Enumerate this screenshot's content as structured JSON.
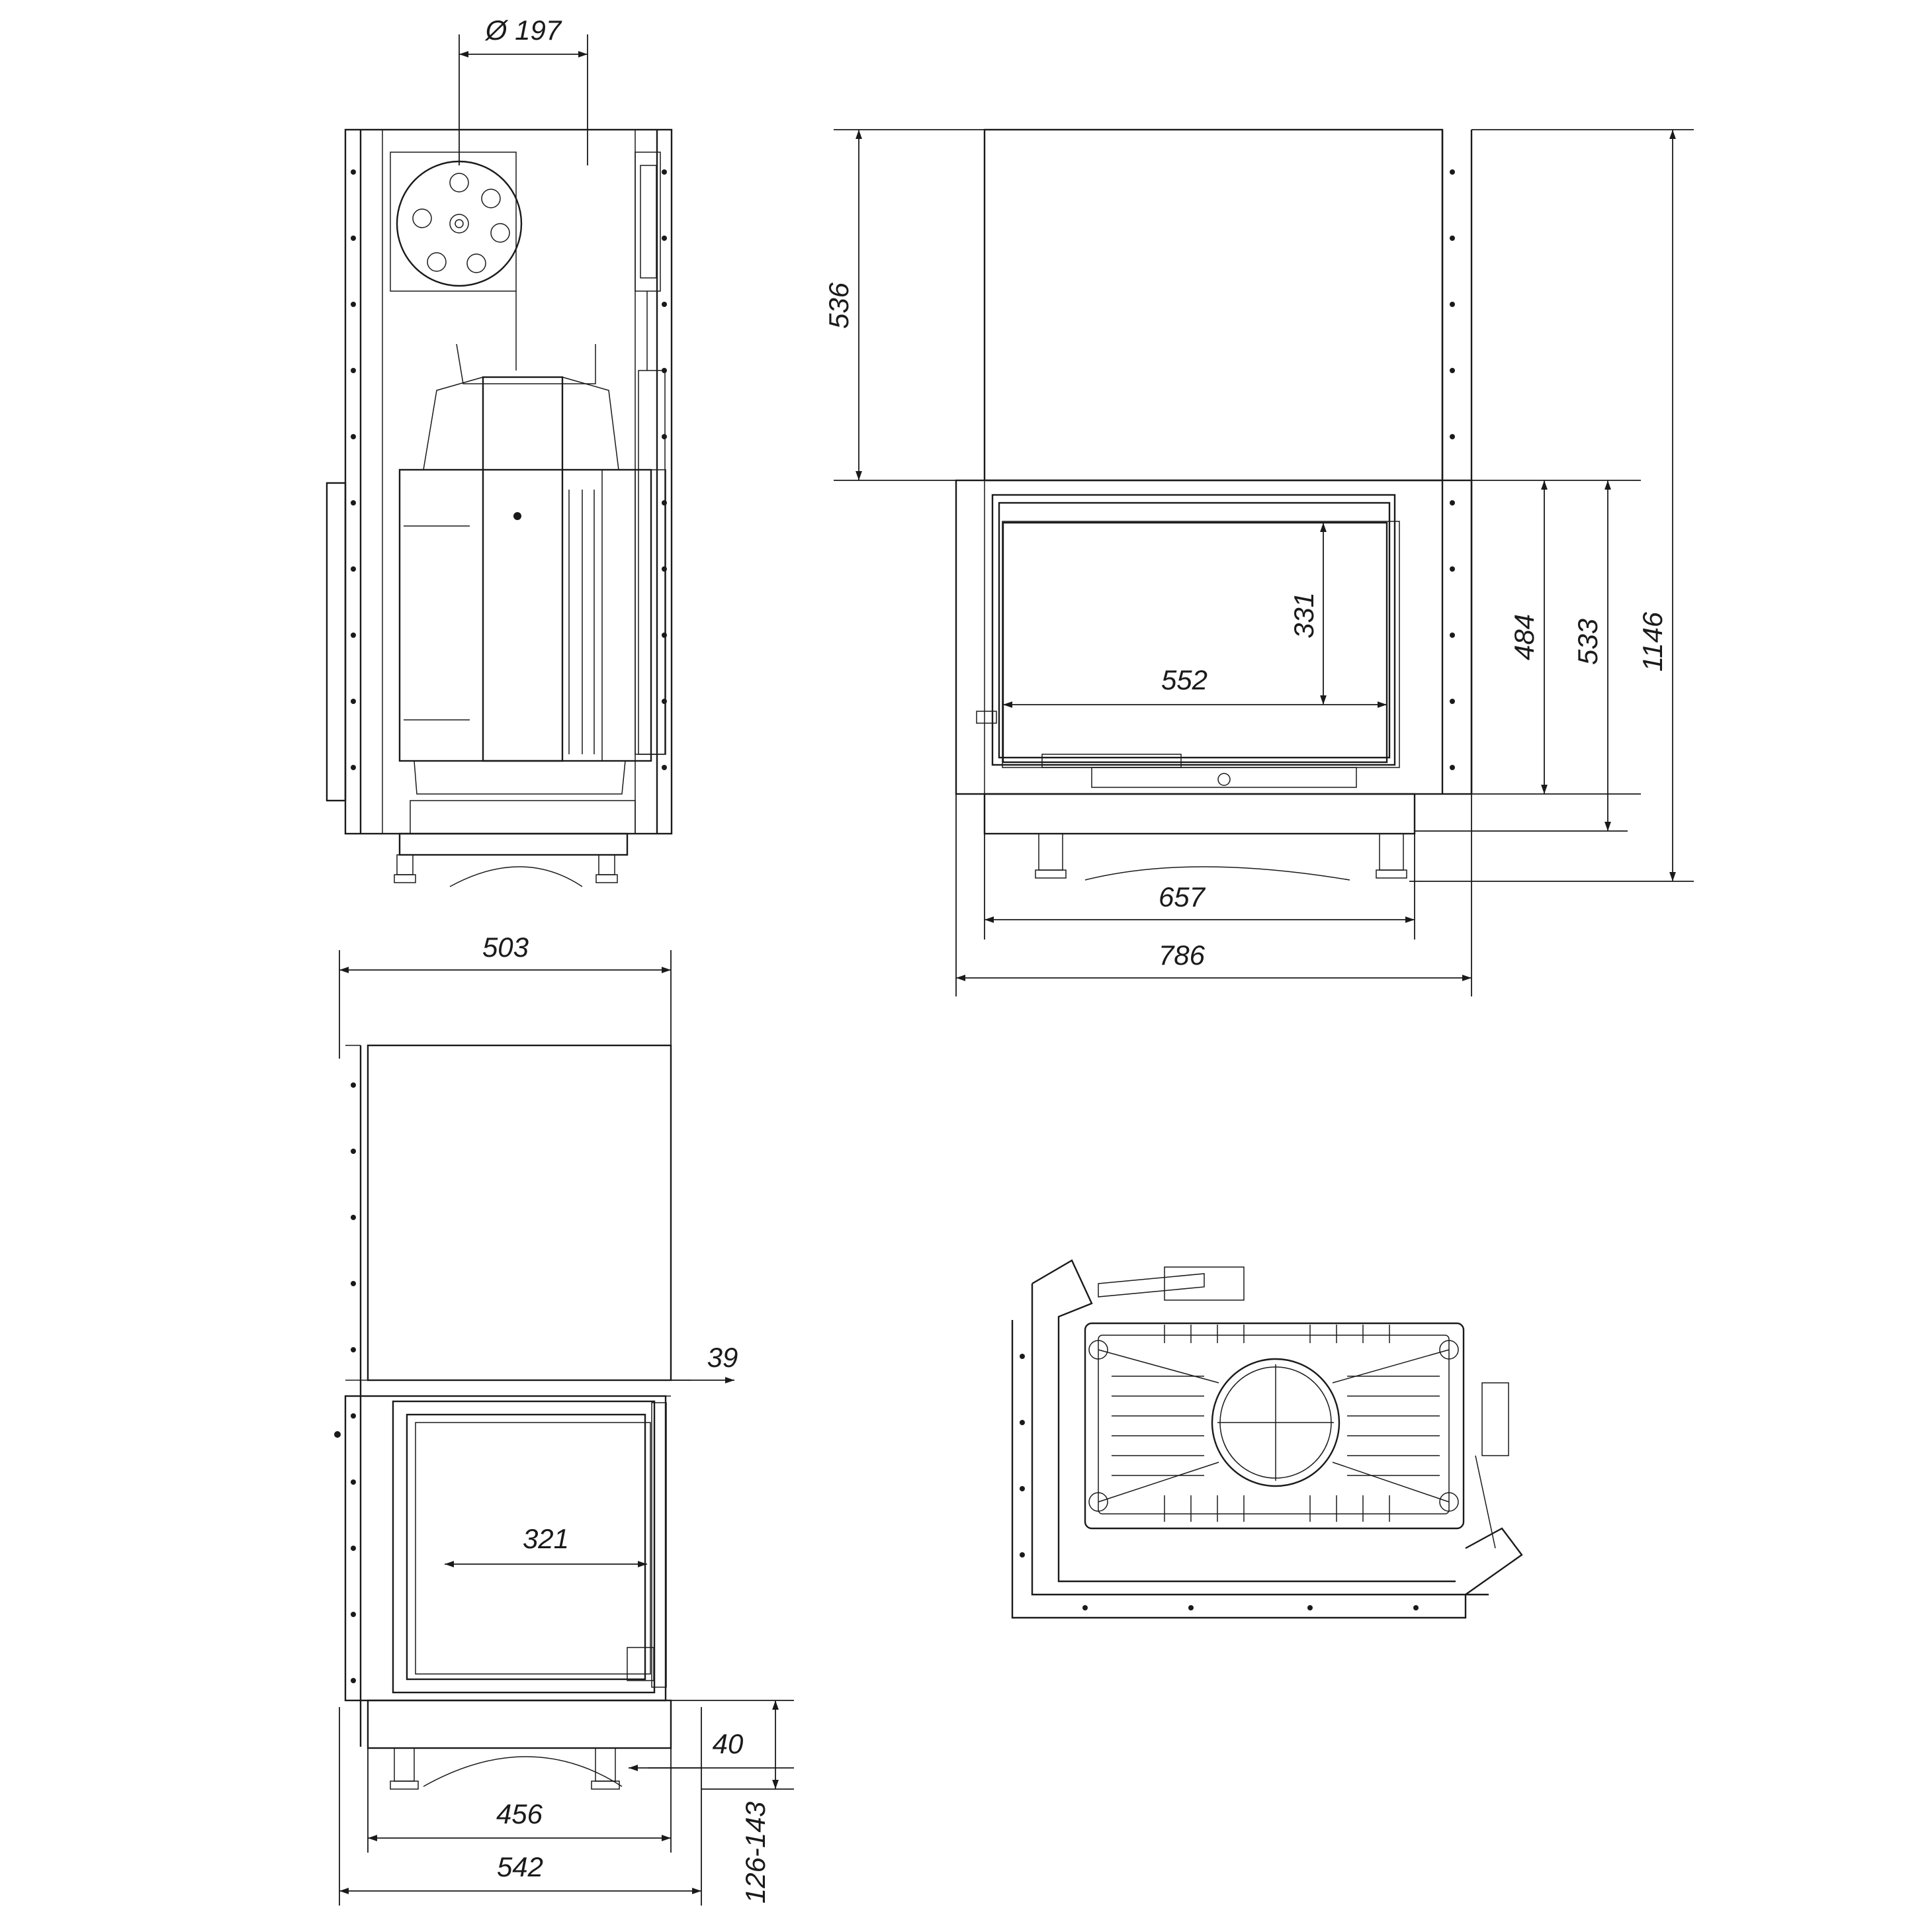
{
  "dimensions": {
    "flue_diameter": "Ø 197",
    "top_section_height": "536",
    "glass_height": "331",
    "glass_width": "552",
    "door_frame_height": "484",
    "body_height": "533",
    "total_height": "1146",
    "base_width": "657",
    "total_width": "786",
    "side_top_width": "503",
    "glass_depth": "321",
    "side_offset_top": "39",
    "side_offset_bottom": "40",
    "side_base_width": "456",
    "side_total_width": "542",
    "leg_height_range": "126-143"
  }
}
